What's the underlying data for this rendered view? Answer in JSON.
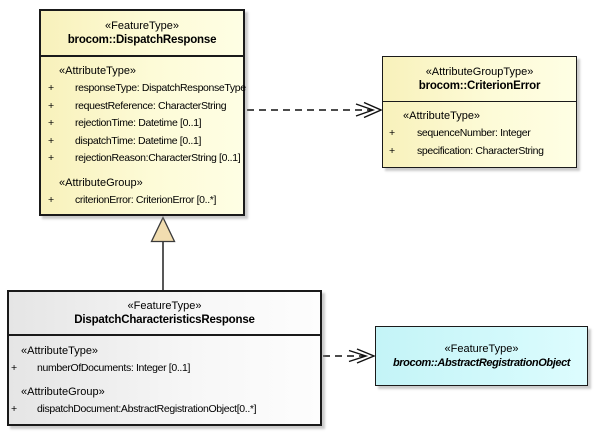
{
  "boxes": {
    "dispatchResponse": {
      "stereotype": "«FeatureType»",
      "name": "brocom::DispatchResponse",
      "sections": [
        {
          "heading": "«AttributeType»",
          "items": [
            {
              "vis": "+",
              "text": "responseType: DispatchResponseType"
            },
            {
              "vis": "+",
              "text": "requestReference: CharacterString"
            },
            {
              "vis": "+",
              "text": "rejectionTime: Datetime [0..1]"
            },
            {
              "vis": "+",
              "text": "dispatchTime: Datetime [0..1]"
            },
            {
              "vis": "+",
              "text": "rejectionReason:CharacterString [0..1]"
            }
          ]
        },
        {
          "heading": "«AttributeGroup»",
          "items": [
            {
              "vis": "+",
              "text": "criterionError: CriterionError [0..*]"
            }
          ]
        }
      ]
    },
    "criterionError": {
      "stereotype": "«AttributeGroupType»",
      "name": "brocom::CriterionError",
      "sections": [
        {
          "heading": "«AttributeType»",
          "items": [
            {
              "vis": "+",
              "text": "sequenceNumber: Integer"
            },
            {
              "vis": "+",
              "text": "specification: CharacterString"
            }
          ]
        }
      ]
    },
    "dispatchCharacteristicsResponse": {
      "stereotype": "«FeatureType»",
      "name": "DispatchCharacteristicsResponse",
      "sections": [
        {
          "heading": "«AttributeType»",
          "items": [
            {
              "vis": "+",
              "text": "numberOfDocuments: Integer [0..1]"
            }
          ]
        },
        {
          "heading": "«AttributeGroup»",
          "items": [
            {
              "vis": "+",
              "text": "dispatchDocument:AbstractRegistrationObject[0..*]"
            }
          ]
        }
      ]
    },
    "abstractRegistrationObject": {
      "stereotype": "«FeatureType»",
      "name": "brocom::AbstractRegistrationObject"
    }
  },
  "relations": [
    {
      "type": "dependency",
      "from": "brocom::DispatchResponse",
      "to": "brocom::CriterionError",
      "style": "dashed-open-arrow"
    },
    {
      "type": "generalization",
      "from": "DispatchCharacteristicsResponse",
      "to": "brocom::DispatchResponse",
      "style": "solid-triangle"
    },
    {
      "type": "dependency",
      "from": "DispatchCharacteristicsResponse",
      "to": "brocom::AbstractRegistrationObject",
      "style": "dashed-open-arrow"
    }
  ],
  "colors": {
    "featureTypeFill": "#FCF7CB",
    "grayFill": "#EFEFEF",
    "cyanFill": "#CCF6F9",
    "border": "#1A1A1A",
    "triangleFill": "#F1DDB0",
    "background": "#FFFFFF"
  }
}
